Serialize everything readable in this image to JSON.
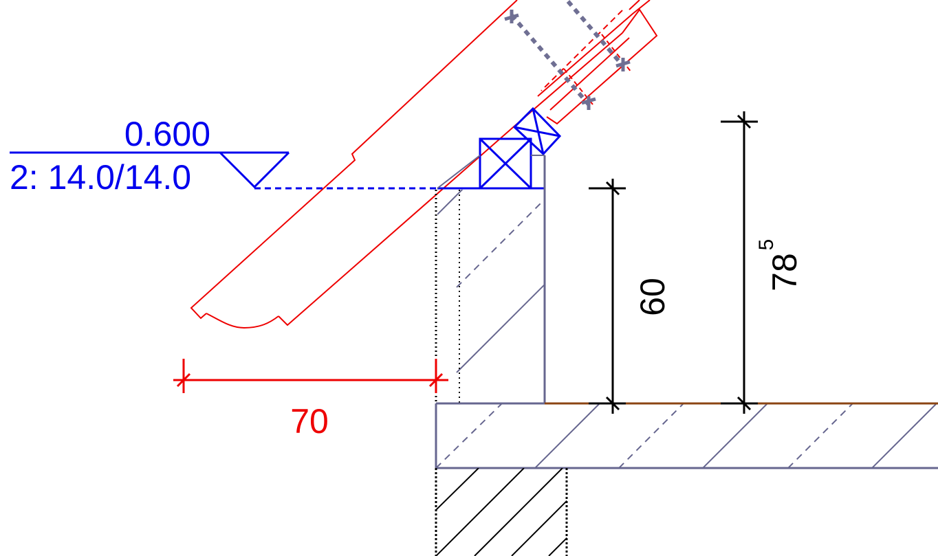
{
  "level_marker": {
    "elevation": "0.600",
    "slope_label": "2: 14.0/14.0"
  },
  "dimensions": {
    "overhang": "70",
    "wall_height": "60",
    "total_height_main": "78",
    "total_height_sup": "5"
  },
  "colors": {
    "roof": "#ee0000",
    "level": "#0000ee",
    "wall": "#66668f",
    "dimension": "#000000",
    "floor_line": "#8b4513",
    "hatch_dark": "#000000"
  }
}
